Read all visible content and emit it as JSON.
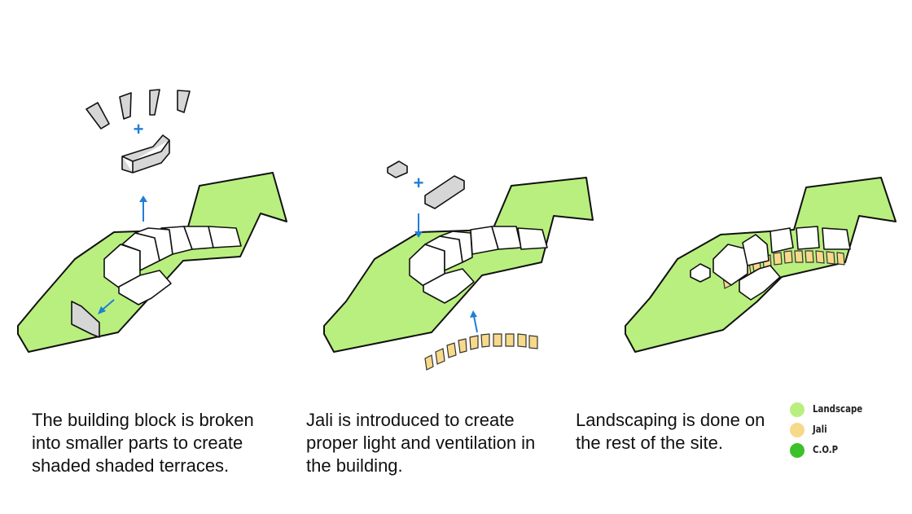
{
  "colors": {
    "landscape": "#b9ef7e",
    "jali": "#f7d98a",
    "cop": "#3cc12a",
    "accent_blue": "#1f7fd6",
    "block_grey": "#d6d6d6"
  },
  "captions": [
    "The building block is broken\ninto smaller parts to create\nshaded shaded terraces.",
    "Jali is introduced to create\nproper light and ventilation in\nthe building.",
    "Landscaping is done on\nthe rest of the site."
  ],
  "legend": [
    {
      "label": "Landscape",
      "color": "#b9ef7e"
    },
    {
      "label": "Jali",
      "color": "#f7d98a"
    },
    {
      "label": "C.O.P",
      "color": "#3cc12a"
    }
  ],
  "plus_symbols": [
    "+",
    "+"
  ]
}
